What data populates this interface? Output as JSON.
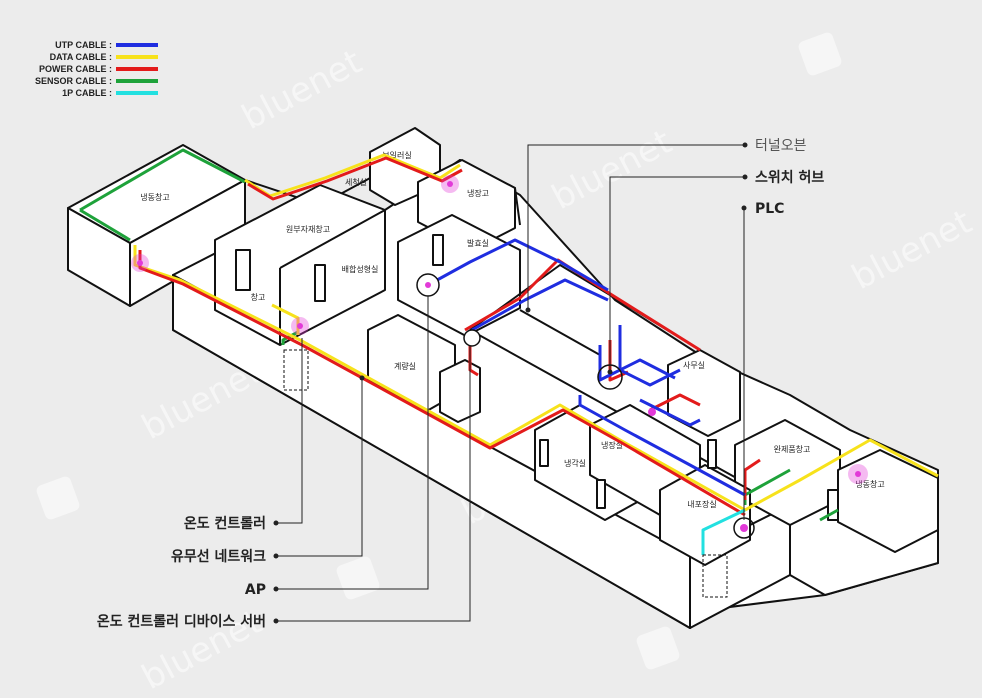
{
  "legend": [
    {
      "label": "UTP CABLE :",
      "color": "#1f2de0"
    },
    {
      "label": "DATA CABLE :",
      "color": "#f7e21b"
    },
    {
      "label": "POWER CABLE :",
      "color": "#e31b1b"
    },
    {
      "label": "SENSOR CABLE :",
      "color": "#1ea23a"
    },
    {
      "label": "1P CABLE :",
      "color": "#22e0e0"
    }
  ],
  "rooms": {
    "freezer_left": "냉동창고",
    "boiler": "보일러실",
    "wash": "세척실",
    "cold_top": "냉장고",
    "raw_material": "원부자재창고",
    "mixing": "배합성형실",
    "ferment": "발효실",
    "storage_small": "창고",
    "weighing": "계량실",
    "office": "사무실",
    "cooling": "냉각실",
    "cold_mid": "냉장실",
    "finished": "완제품창고",
    "inner_pack": "내포장실",
    "freezer_right": "냉동창고"
  },
  "callouts_right": {
    "tunnel_oven": "터널오븐",
    "switch_hub": "스위치 허브",
    "plc": "PLC"
  },
  "callouts_left": {
    "temp_controller": "온도 컨트롤러",
    "network": "유무선 네트워크",
    "ap": "AP",
    "device_server": "온도 컨트롤러 디바이스 서버"
  },
  "watermark": "bluenet",
  "colors": {
    "utp": "#1f2de0",
    "data": "#f7e21b",
    "power": "#e31b1b",
    "sensor": "#1ea23a",
    "p1": "#22e0e0",
    "sensor_dot": "#e23ad8"
  }
}
